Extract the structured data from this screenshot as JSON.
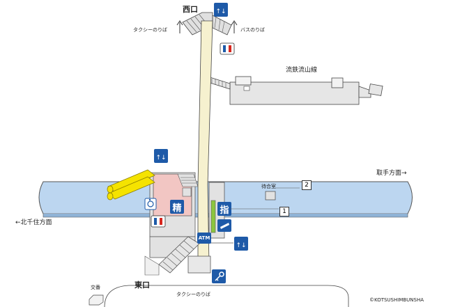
{
  "labels": {
    "west_exit": "西口",
    "east_exit": "東口",
    "taxi_west": "タクシーのりば",
    "bus_west": "バスのりば",
    "taxi_east": "タクシーのりば",
    "ryutetsu": "流鉄流山線",
    "toride": "取手方面→",
    "kitasenju": "←北千住方面",
    "waiting_room": "待合室",
    "koban": "交番",
    "copyright": "©KOTSUSHIMBUNSHA"
  },
  "platforms": {
    "track_1": "1",
    "track_2": "2"
  },
  "icons": {
    "seisan": "精",
    "shitei": "指",
    "atm": "ATM"
  },
  "colors": {
    "platform": "#bcd6f0",
    "concourse": "#f2c6c3",
    "corridor": "#f6f1cf",
    "escalator": "#f5e300",
    "icon_blue": "#1e5aa8",
    "green_area": "#8cc63f",
    "gray_structure": "#e2e2e2"
  }
}
